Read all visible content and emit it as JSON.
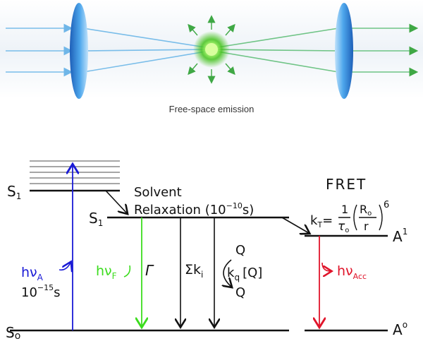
{
  "top_panel": {
    "caption": "Free-space emission"
  },
  "jablonski": {
    "levels": {
      "s1_upper": "S",
      "s1_upper_sub": "1",
      "s1_relaxed": "S",
      "s1_relaxed_sub": "1",
      "s0": "S",
      "s0_sub": "o",
      "a1": "A",
      "a1_sup": "1",
      "a0": "A",
      "a0_sup": "o"
    },
    "solvent_relaxation": {
      "line1": "Solvent",
      "line2": "Relaxation (10",
      "exp": "−10",
      "unit": "s)"
    },
    "absorption": {
      "h_nu": "hν",
      "sub": "A",
      "time_base": "10",
      "time_exp": "−15",
      "time_unit": "s"
    },
    "fluorescence": {
      "h_nu": "hν",
      "sub": "F",
      "gamma": "Γ"
    },
    "nonradiative": {
      "sigma": "Σk",
      "sub": "i"
    },
    "quenching": {
      "q_top": "Q",
      "kq": "k",
      "kq_sub": "q",
      "bracket": "[Q]",
      "q_bottom": "Q"
    },
    "fret": {
      "title": "FRET",
      "k": "k",
      "k_sub": "T",
      "eq": "=",
      "num": "1",
      "den": "τ",
      "den_sub": "o",
      "r_num": "R",
      "r_num_sub": "o",
      "r_den": "r",
      "power": "6"
    },
    "acceptor_emission": {
      "h_nu": "hν",
      "sub": "Acc"
    },
    "colors": {
      "absorption": "#1a1ad6",
      "fluorescence": "#3cdc1e",
      "acceptor": "#e0142a",
      "levels": "#111111"
    }
  }
}
